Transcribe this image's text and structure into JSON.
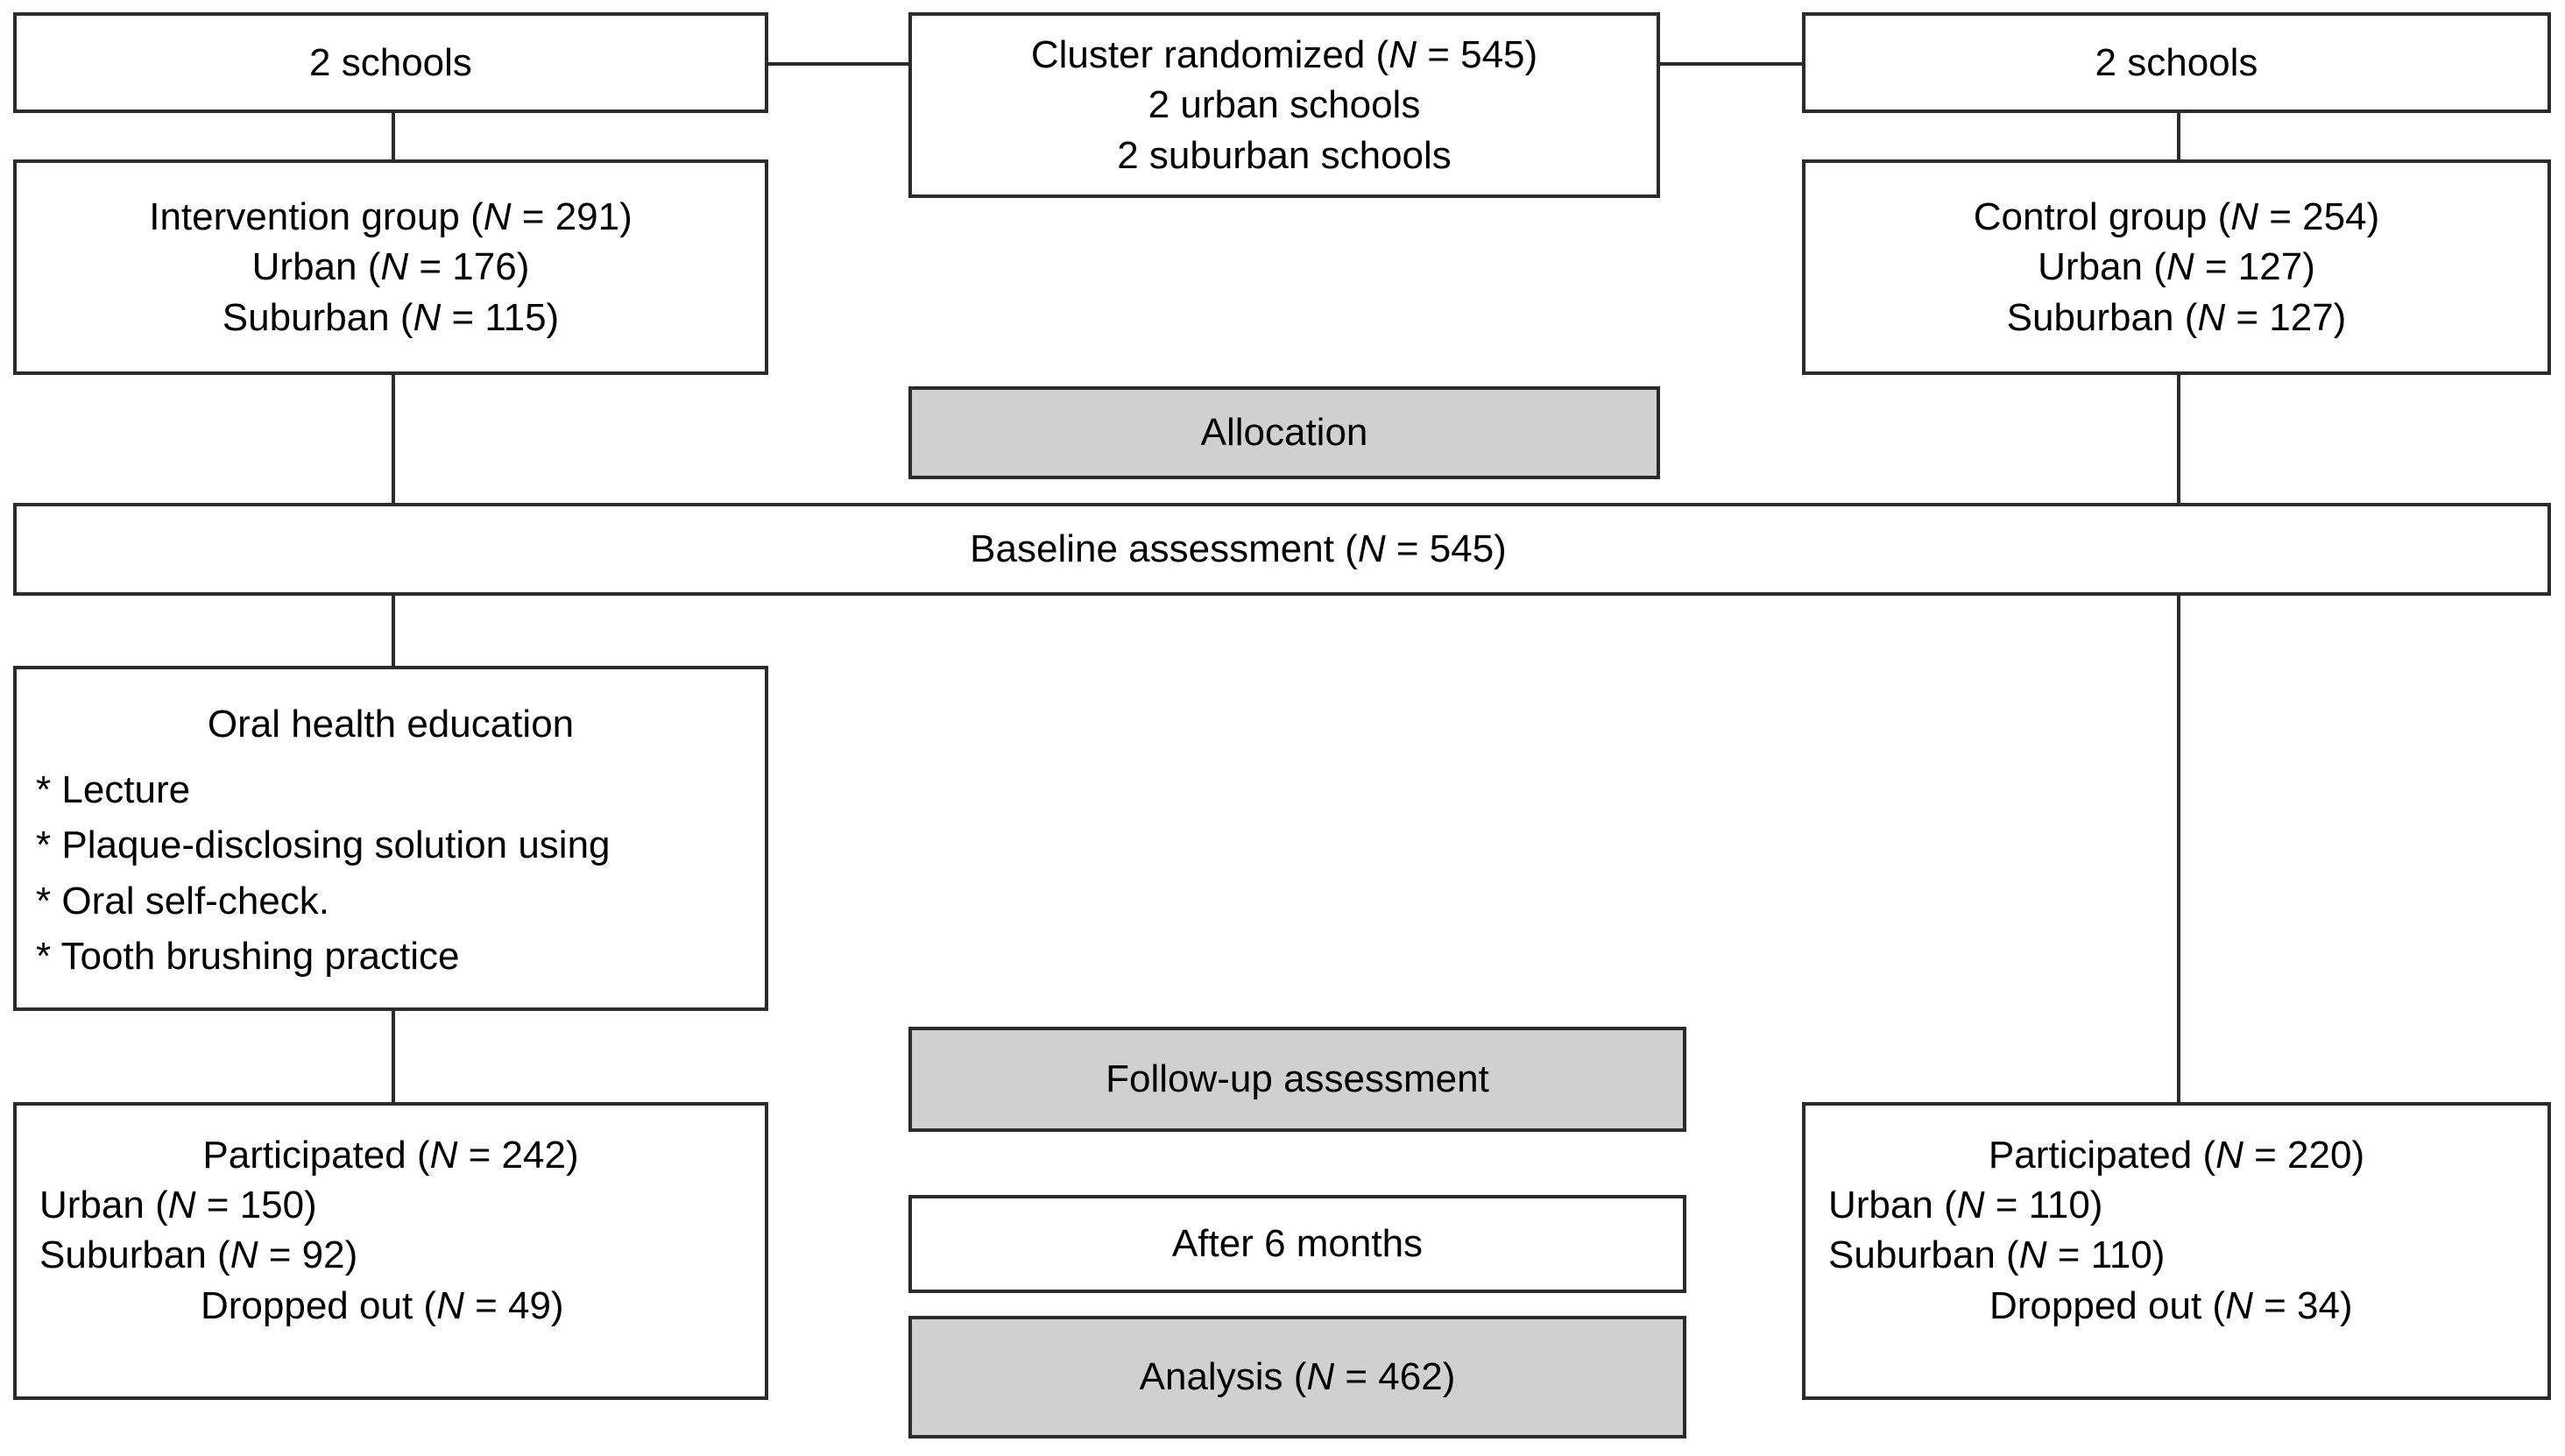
{
  "diagram": {
    "title": "CONSORT participant flow diagram",
    "colors": {
      "stage_band_fill": "#d0d0d0",
      "box_border": "#2b2b2b",
      "box_fill": "#ffffff",
      "text": "#000000"
    },
    "nodes": {
      "schools_left": {
        "label": "2 schools"
      },
      "schools_right": {
        "label": "2 schools"
      },
      "cluster": {
        "line1": "Cluster randomized (",
        "line1_italic": "N",
        "line1_eq": " = 545)",
        "line2": "2 urban schools",
        "line3": "2 suburban schools"
      },
      "intervention": {
        "line1_pre": "Intervention group (",
        "line1_italic": "N",
        "line1_post": " = 291)",
        "line2_pre": "Urban  (",
        "line2_italic": "N",
        "line2_post": " = 176)",
        "line3_pre": "Suburban (",
        "line3_italic": "N",
        "line3_post": " = 115)"
      },
      "control": {
        "line1_pre": "Control group (",
        "line1_italic": "N",
        "line1_post": " = 254)",
        "line2_pre": "Urban (",
        "line2_italic": "N",
        "line2_post": " = 127)",
        "line3_pre": "Suburban (",
        "line3_italic": "N",
        "line3_post": " = 127)"
      },
      "allocation_band": {
        "label": "Allocation"
      },
      "baseline": {
        "pre": "Baseline assessment (",
        "italic": "N",
        "post": " = 545)"
      },
      "education": {
        "heading": "Oral health education",
        "bullets": [
          "* Lecture",
          "* Plaque-disclosing solution using",
          "* Oral self-check.",
          "* Tooth brushing practice"
        ]
      },
      "followup_band": {
        "label": "Follow-up assessment"
      },
      "after_months": {
        "label": "After 6 months"
      },
      "analysis_band": {
        "pre": "Analysis (",
        "italic": "N",
        "post": " = 462)"
      },
      "participated_left": {
        "line1_pre": "Participated (",
        "line1_italic": "N",
        "line1_post": " = 242)",
        "line2_pre": "Urban (",
        "line2_italic": "N",
        "line2_post": " = 150)",
        "line3_pre": "Suburban (",
        "line3_italic": "N",
        "line3_post": " = 92)",
        "line4_pre": "Dropped out (",
        "line4_italic": "N",
        "line4_post": " = 49)"
      },
      "participated_right": {
        "line1_pre": "Participated (",
        "line1_italic": "N",
        "line1_post": " = 220)",
        "line2_pre": "Urban (",
        "line2_italic": "N",
        "line2_post": " = 110)",
        "line3_pre": "Suburban (",
        "line3_italic": "N",
        "line3_post": " = 110)",
        "line4_pre": "Dropped out (",
        "line4_italic": "N",
        "line4_post": " = 34)"
      }
    },
    "flow_data": {
      "type": "flowchart",
      "total_randomized": 545,
      "urban_schools": 2,
      "suburban_schools": 2,
      "arms": [
        {
          "name": "Intervention group",
          "allocated": 291,
          "urban": 176,
          "suburban": 115,
          "participated": 242,
          "participated_urban": 150,
          "participated_suburban": 92,
          "dropped_out": 49
        },
        {
          "name": "Control group",
          "allocated": 254,
          "urban": 127,
          "suburban": 127,
          "participated": 220,
          "participated_urban": 110,
          "participated_suburban": 110,
          "dropped_out": 34
        }
      ],
      "baseline_assessed": 545,
      "followup_interval": "After 6 months",
      "analyzed": 462
    }
  }
}
